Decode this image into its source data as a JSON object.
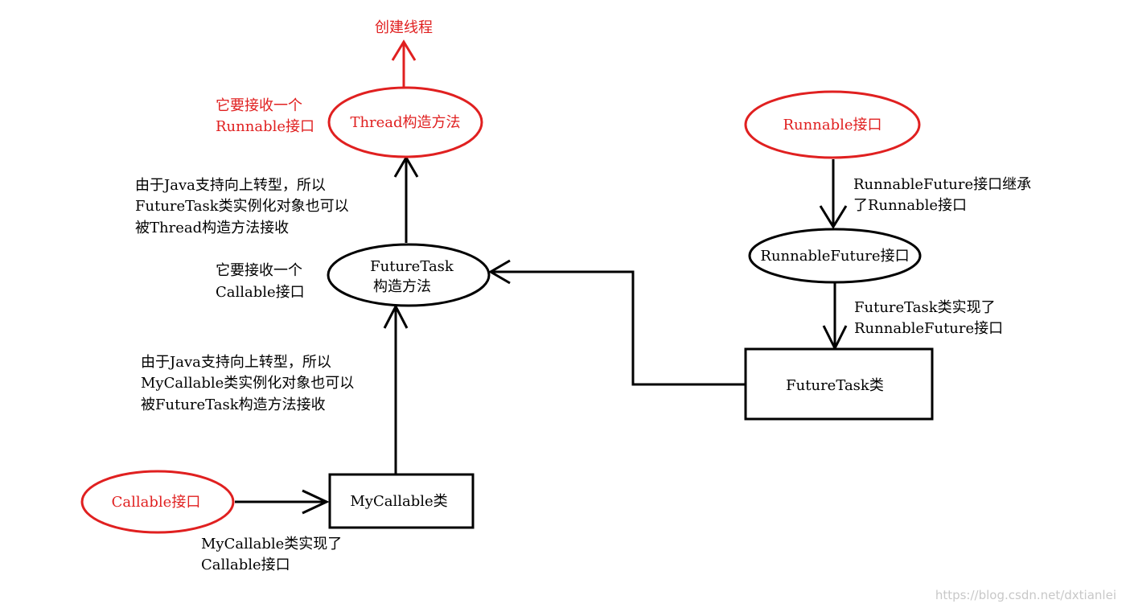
{
  "top_label": "创建线程",
  "nodes": {
    "thread_ctor": "Thread构造方法",
    "runnable_iface": "Runnable接口",
    "runnable_future_iface": "RunnableFuture接口",
    "futuretask_ctor": [
      "FutureTask",
      "构造方法"
    ],
    "futuretask_class": "FutureTask类",
    "callable_iface": "Callable接口",
    "mycallable_class": "MyCallable类"
  },
  "annotations": {
    "thread_accepts": [
      "它要接收一个",
      "Runnable接口"
    ],
    "futuretask_upcast": [
      "由于Java支持向上转型，所以",
      "FutureTask类实例化对象也可以",
      "被Thread构造方法接收"
    ],
    "futuretask_accepts": [
      "它要接收一个",
      "Callable接口"
    ],
    "mycallable_upcast": [
      "由于Java支持向上转型，所以",
      "MyCallable类实例化对象也可以",
      "被FutureTask构造方法接收"
    ],
    "runnablefuture_inherits": [
      "RunnableFuture接口继承",
      "了Runnable接口"
    ],
    "futuretask_implements": [
      "FutureTask类实现了",
      "RunnableFuture接口"
    ],
    "mycallable_implements": [
      "MyCallable类实现了",
      "Callable接口"
    ]
  },
  "watermark": "https://blog.csdn.net/dxtianlei",
  "colors": {
    "accent": "#e02020",
    "ink": "#000000",
    "watermark": "#c8c8c8"
  }
}
